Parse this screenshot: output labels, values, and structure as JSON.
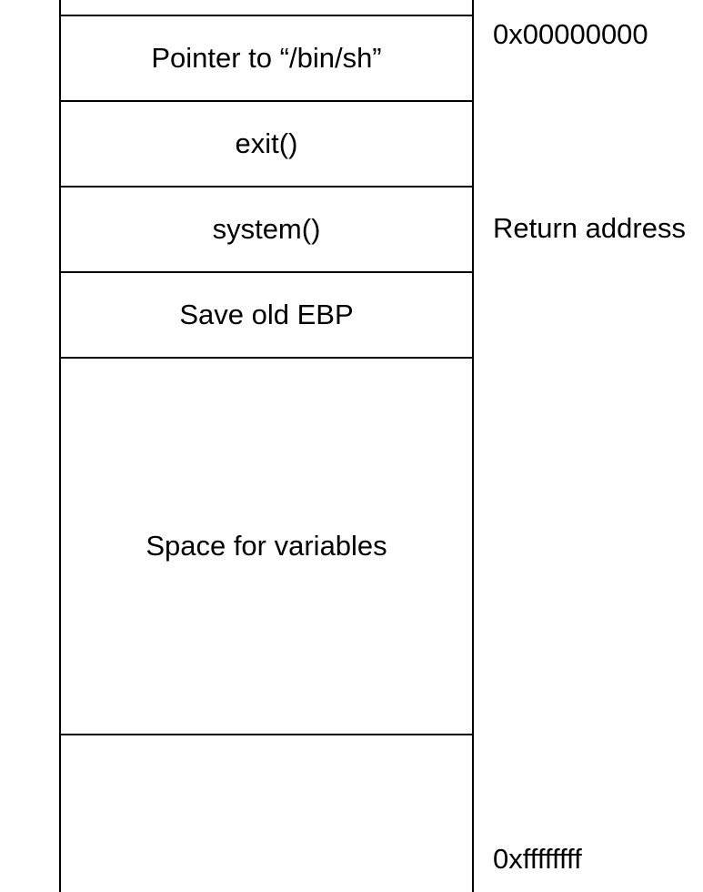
{
  "stack_cells": [
    {
      "label": ""
    },
    {
      "label": "Pointer to “/bin/sh”"
    },
    {
      "label": "exit()"
    },
    {
      "label": "system()"
    },
    {
      "label": "Save old EBP"
    },
    {
      "label": "Space for variables"
    },
    {
      "label": ""
    }
  ],
  "annotations": {
    "top_address": "0x00000000",
    "return_address": "Return address",
    "bottom_address": "0xffffffff"
  }
}
